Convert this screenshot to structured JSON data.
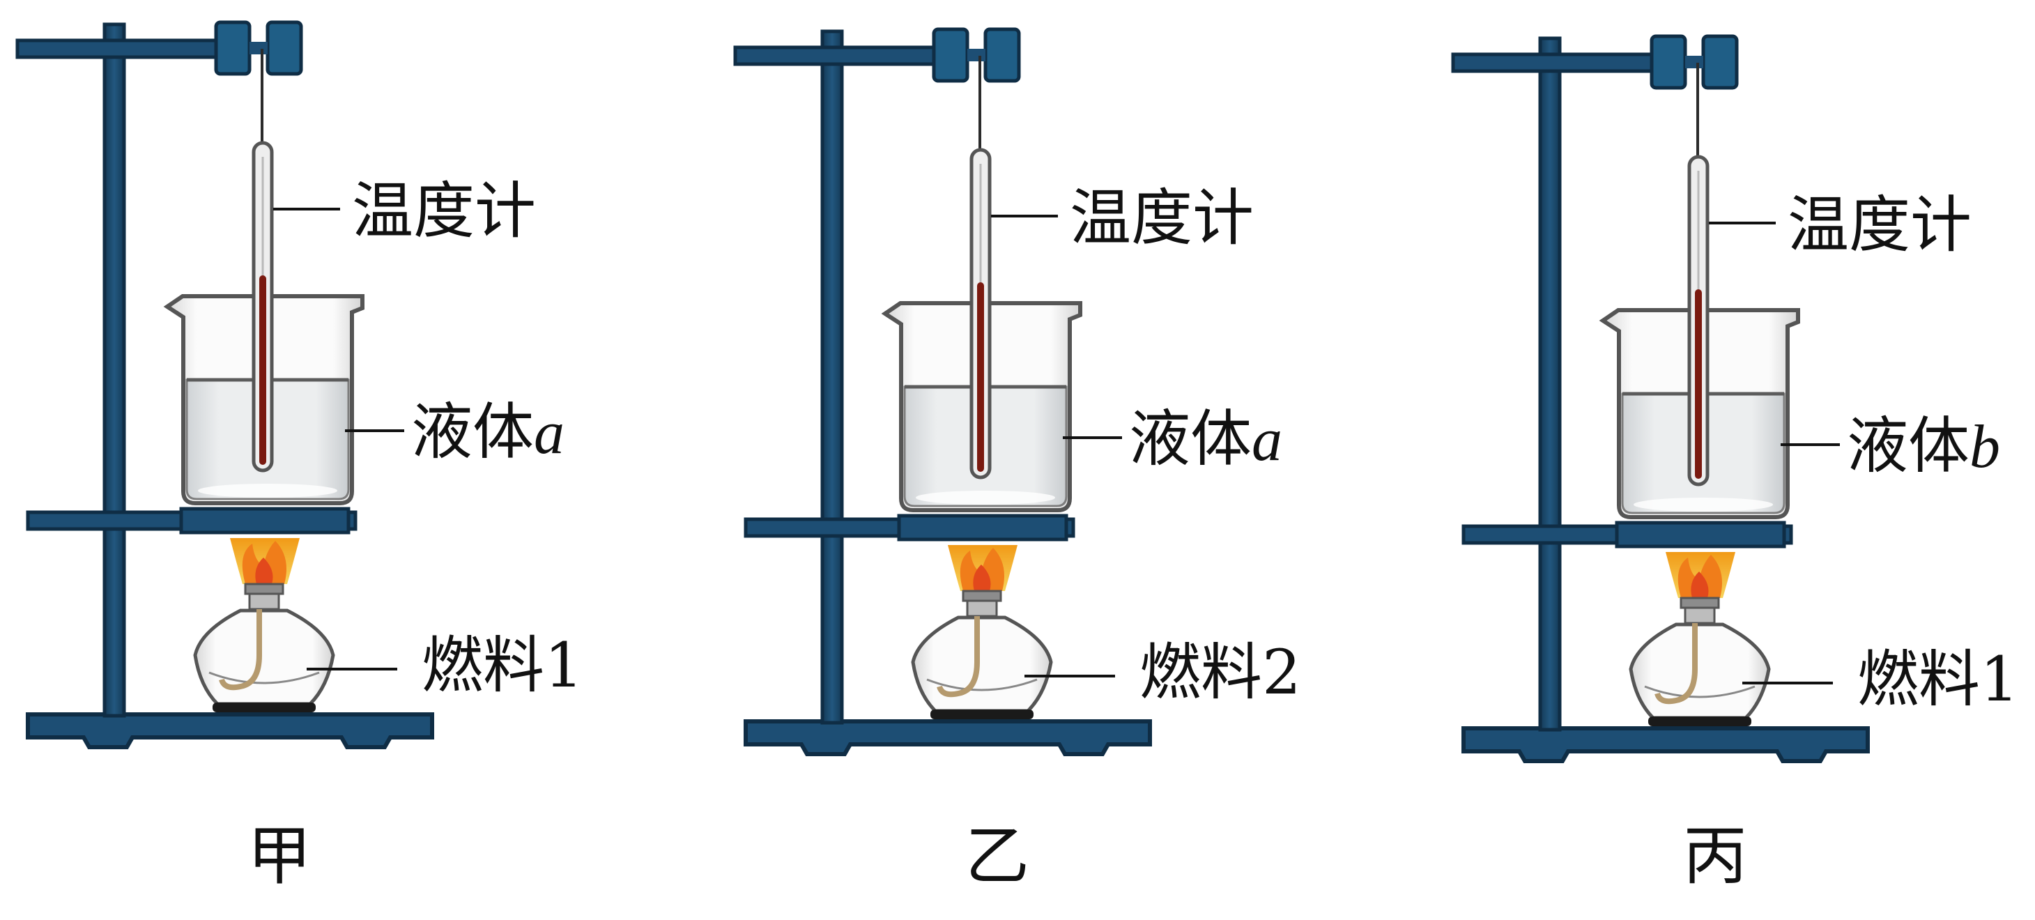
{
  "colors": {
    "stand": "#1b4a6e",
    "stand_outline": "#0f2d45",
    "clamp": "#1f5e86",
    "glass": "#6a6a6a",
    "liquid": "#e6e6e6",
    "thermometer_fill": "#7a1a10",
    "flame_outer": "#f2b21b",
    "flame_inner": "#e2531c"
  },
  "setups": [
    {
      "id": "jia",
      "thermometer_label": "温度计",
      "liquid_text": "液体",
      "liquid_letter": "a",
      "fuel_label": "燃料1",
      "caption": "甲"
    },
    {
      "id": "yi",
      "thermometer_label": "温度计",
      "liquid_text": "液体",
      "liquid_letter": "a",
      "fuel_label": "燃料2",
      "caption": "乙"
    },
    {
      "id": "bing",
      "thermometer_label": "温度计",
      "liquid_text": "液体",
      "liquid_letter": "b",
      "fuel_label": "燃料1",
      "caption": "丙"
    }
  ]
}
